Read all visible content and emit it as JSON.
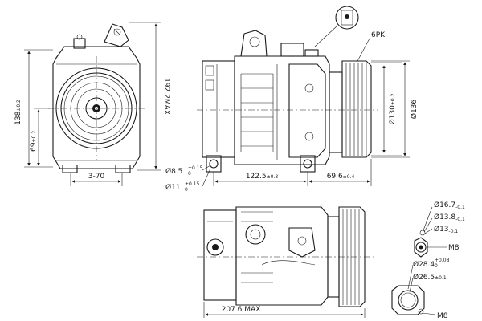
{
  "front_view": {
    "height_total": "138",
    "height_total_tol": "±0.2",
    "height_max": "192.2MAX",
    "height_axis": "69",
    "height_axis_tol": "±0.2",
    "width_offset": "3-70"
  },
  "side_view": {
    "belt_type": "6PK",
    "mount_hole_dia": "Ø8.5",
    "mount_hole_tol_up": "+0.15",
    "mount_hole_tol_low": "0",
    "counterbore_dia": "Ø11",
    "counterbore_tol_up": "+0.15",
    "counterbore_tol_low": "0",
    "body_length": "122.5",
    "body_length_tol": "±0.3",
    "pulley_offset": "69.6",
    "pulley_offset_tol": "±0.4",
    "pulley_groove_dia": "Ø130",
    "pulley_groove_tol": "±0.2",
    "pulley_outer_dia": "Ø136"
  },
  "bottom_view": {
    "overall_length": "207.6 MAX"
  },
  "port_detail_1": {
    "dia_a": "Ø16.7",
    "dia_a_tol": "-0.1",
    "dia_b": "Ø13.8",
    "dia_b_tol": "-0.1",
    "dia_c": "Ø13",
    "dia_c_tol": "-0.1",
    "thread": "M8"
  },
  "port_detail_2": {
    "dia_a": "Ø28.4",
    "dia_a_tol_up": "+0.08",
    "dia_a_tol_low": "0",
    "dia_b": "Ø26.5",
    "dia_b_tol": "±0.1",
    "thread": "M8"
  }
}
